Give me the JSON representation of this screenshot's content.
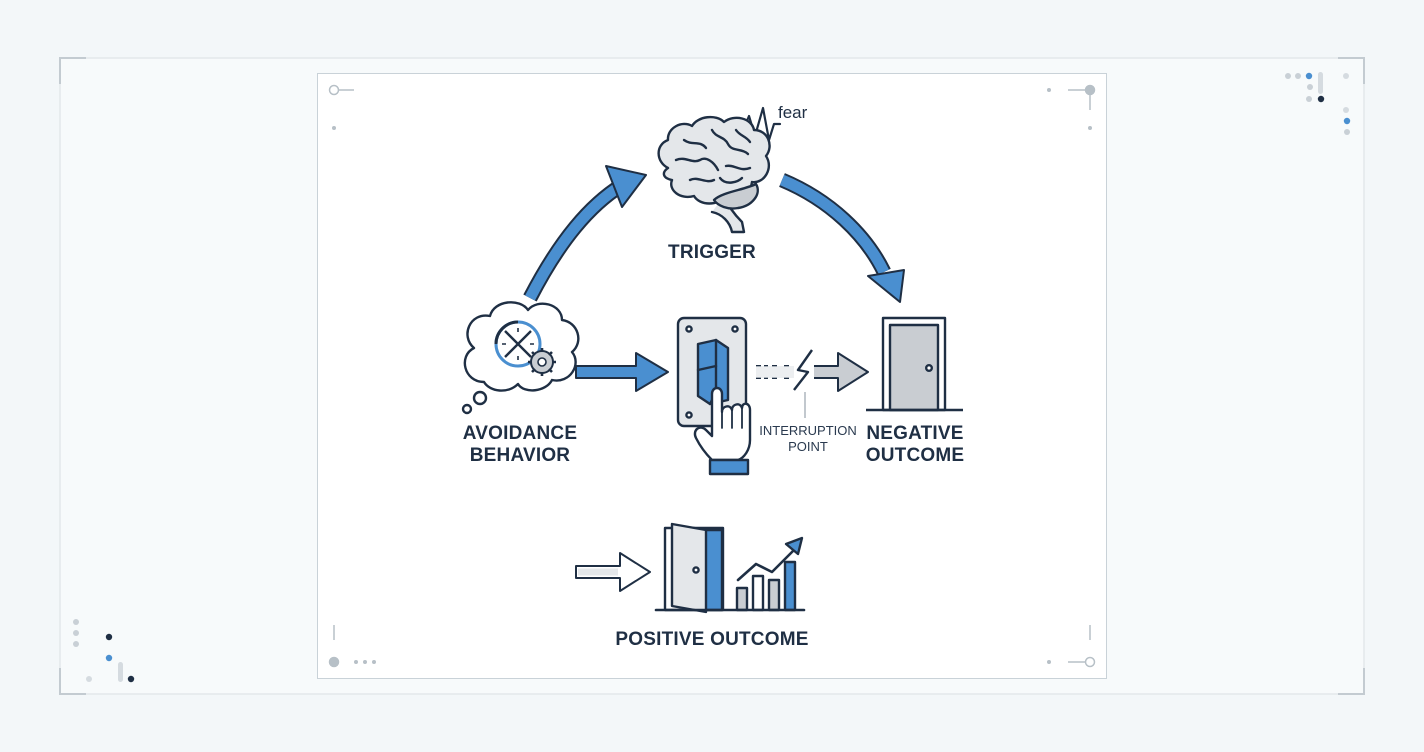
{
  "labels": {
    "trigger": "TRIGGER",
    "fear": "fear",
    "avoidance_line1": "AVOIDANCE",
    "avoidance_line2": "BEHAVIOR",
    "interruption_line1": "INTERRUPTION",
    "interruption_line2": "POINT",
    "negative_line1": "NEGATIVE",
    "negative_line2": "OUTCOME",
    "positive": "POSITIVE OUTCOME"
  },
  "colors": {
    "accent_blue": "#4a8fd0",
    "ink": "#1f2f44",
    "gray_fill": "#c9cdd2",
    "light_gray": "#e4e7ea"
  },
  "icons": {
    "trigger": "brain-icon",
    "avoidance": "thought-cloud-icon",
    "interruption": "light-switch-hand-icon",
    "negative": "closed-door-icon",
    "positive": "open-door-growth-chart-icon"
  }
}
